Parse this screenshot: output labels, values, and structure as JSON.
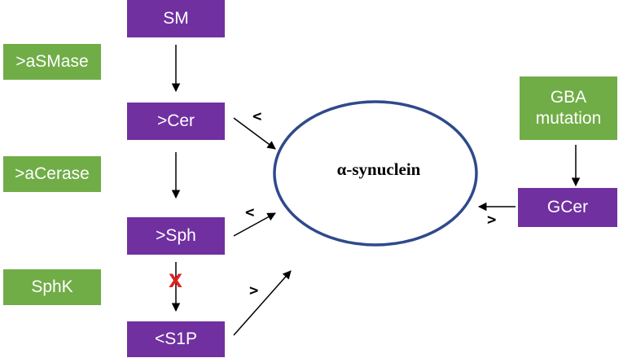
{
  "nodes": {
    "sm": "SM",
    "cer": ">Cer",
    "sph": ">Sph",
    "s1p": "<S1P",
    "gcer": "GCer"
  },
  "enzymes": {
    "asmase": ">aSMase",
    "acerase": ">aCerase",
    "sphk": "SphK",
    "gba_line1": "GBA",
    "gba_line2": "mutation"
  },
  "center": "α-synuclein",
  "effects": {
    "cer_to_syn": "<",
    "sph_to_syn": "<",
    "s1p_to_syn": ">",
    "gcer_to_syn": ">"
  },
  "blocked_marker": "X",
  "colors": {
    "metabolite_box": "#7030a0",
    "enzyme_box": "#70ad47",
    "ellipse_stroke": "#2e4a8a",
    "block_mark": "#e02020"
  }
}
